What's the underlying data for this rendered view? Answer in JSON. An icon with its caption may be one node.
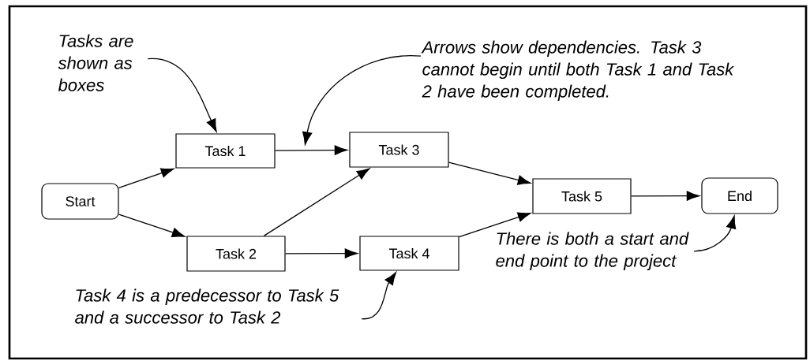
{
  "diagram": {
    "nodes": [
      {
        "text": [
          "Start"
        ]
      },
      {
        "text": [
          "Task 1"
        ]
      },
      {
        "text": [
          "Task 2"
        ]
      },
      {
        "text": [
          "Task 3"
        ]
      },
      {
        "text": [
          "Task 4"
        ]
      },
      {
        "text": [
          "Task 5"
        ]
      },
      {
        "text": [
          "End"
        ]
      },
      {
        "text": [
          "Tasks are shown as boxes"
        ]
      },
      {
        "text": [
          "Arrows show dependencies. Task 3 cannot begin until both Task 1 and Task 2 have been completed."
        ]
      },
      {
        "text": [
          "Task 4 is a predecessor to Task 5 and a successor to Task 2"
        ]
      },
      {
        "text": [
          "There is both a start and end point to the project"
        ]
      }
    ],
    "edges": [
      {
        "from": 0,
        "to": 1,
        "arrow": "to"
      },
      {
        "from": 0,
        "to": 2,
        "arrow": "to"
      },
      {
        "from": 1,
        "to": 3,
        "arrow": "to"
      },
      {
        "from": 2,
        "to": 3,
        "arrow": "to"
      },
      {
        "from": 2,
        "to": 4,
        "arrow": "to"
      },
      {
        "from": 3,
        "to": 5,
        "arrow": "to"
      },
      {
        "from": 4,
        "to": 5,
        "arrow": "to"
      },
      {
        "from": 5,
        "to": 6,
        "arrow": "to"
      },
      {
        "from": 7,
        "to": 1,
        "arrow": "to"
      },
      {
        "from": 8,
        "to": null,
        "arrow": "to"
      },
      {
        "from": 9,
        "to": 4,
        "arrow": "to"
      },
      {
        "from": 10,
        "to": 6,
        "arrow": "to"
      }
    ]
  }
}
